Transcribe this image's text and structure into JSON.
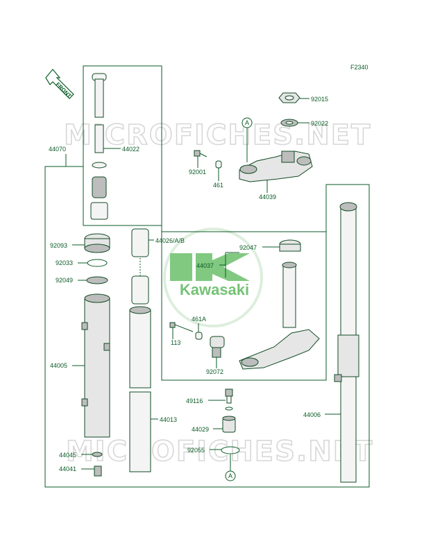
{
  "figure_id": "F2340",
  "front_label": "FRONT",
  "watermark": "MICROFICHES.NET",
  "logo": {
    "text": "Kawasaki",
    "color": "#5cb85c"
  },
  "ref_marker": "A",
  "colors": {
    "line": "#0a5a25",
    "watermark": "#d7d7d7"
  },
  "parts": {
    "p92015": "92015",
    "p92022": "92022",
    "p44070": "44070",
    "p44022": "44022",
    "p92001": "92001",
    "p461": "461",
    "p44039": "44039",
    "p92093": "92093",
    "p44026": "44026/A/B",
    "p92047": "92047",
    "p44037": "44037",
    "p92033": "92033",
    "p92049": "92049",
    "p461A": "461A",
    "p113": "113",
    "p44005": "44005",
    "p92072": "92072",
    "p49116": "49116",
    "p44006": "44006",
    "p44013": "44013",
    "p44029": "44029",
    "p92055": "92055",
    "p44045": "44045",
    "p44041": "44041"
  }
}
